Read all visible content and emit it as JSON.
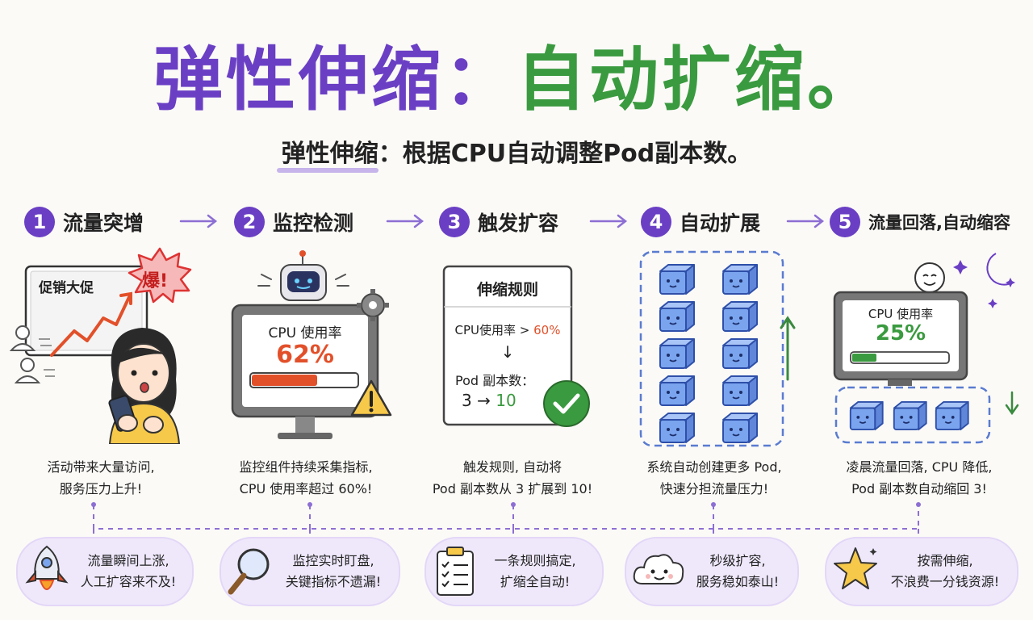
{
  "title": {
    "part1": "弹性伸缩：",
    "part2": "自动扩缩。"
  },
  "subtitle": {
    "highlight": "弹性伸缩",
    "rest": "：根据CPU自动调整Pod副本数。"
  },
  "steps": [
    {
      "num": "1",
      "label": "流量突增"
    },
    {
      "num": "2",
      "label": "监控检测"
    },
    {
      "num": "3",
      "label": "触发扩容"
    },
    {
      "num": "4",
      "label": "自动扩展"
    },
    {
      "num": "5",
      "label": "流量回落,自动缩容"
    }
  ],
  "panel1": {
    "board": "促销大促",
    "burst": "爆!"
  },
  "panel2": {
    "metric": "CPU 使用率",
    "value": "62%",
    "fill": 0.62
  },
  "panel3": {
    "title": "伸缩规则",
    "rule_prefix": "CPU使用率 > ",
    "rule_value": "60%",
    "down_arrow": "↓",
    "replicas_label": "Pod 副本数：",
    "from": "3",
    "arrow": "→",
    "to": "10"
  },
  "panel5": {
    "metric": "CPU 使用率",
    "value": "25%",
    "fill": 0.25
  },
  "descriptions": [
    [
      "活动带来大量访问,",
      "服务压力上升!"
    ],
    [
      "监控组件持续采集指标,",
      "CPU 使用率超过 60%!"
    ],
    [
      "触发规则, 自动将",
      "Pod 副本数从 3 扩展到 10!"
    ],
    [
      "系统自动创建更多 Pod,",
      "快速分担流量压力!"
    ],
    [
      "凌晨流量回落, CPU 降低,",
      "Pod 副本数自动缩回 3!"
    ]
  ],
  "bubbles": [
    {
      "icon": "rocket-icon",
      "lines": [
        "流量瞬间上涨,",
        "人工扩容来不及!"
      ]
    },
    {
      "icon": "magnifier-icon",
      "lines": [
        "监控实时盯盘,",
        "关键指标不遗漏!"
      ]
    },
    {
      "icon": "clipboard-icon",
      "lines": [
        "一条规则搞定,",
        "扩缩全自动!"
      ]
    },
    {
      "icon": "cloud-icon",
      "lines": [
        "秒级扩容,",
        "服务稳如泰山!"
      ]
    },
    {
      "icon": "star-icon",
      "lines": [
        "按需伸缩,",
        "不浪费一分钱资源!"
      ]
    }
  ],
  "colors": {
    "purple": "#6a3fc4",
    "green": "#3a9a3f",
    "red": "#e2502a",
    "pod_blue": "#7aa4ee",
    "bubble_bg": "#efe8fb"
  }
}
